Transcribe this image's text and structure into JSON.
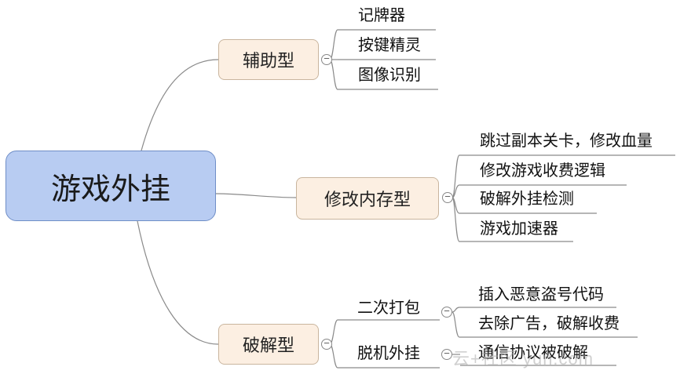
{
  "root": {
    "label": "游戏外挂"
  },
  "branches": [
    {
      "label": "辅助型",
      "children": [
        "记牌器",
        "按键精灵",
        "图像识别"
      ]
    },
    {
      "label": "修改内存型",
      "children": [
        "跳过副本关卡，修改血量",
        "修改游戏收费逻辑",
        "破解外挂检测",
        "游戏加速器"
      ]
    },
    {
      "label": "破解型",
      "sub": [
        {
          "label": "二次打包",
          "children": [
            "插入恶意盗号代码",
            "去除广告，破解收费"
          ]
        },
        {
          "label": "脱机外挂",
          "children": [
            "通信协议被破解"
          ]
        }
      ]
    }
  ],
  "collapse_symbol": "−",
  "watermark": "云+社区 yun.com",
  "colors": {
    "root_fill": "#b8ccf2",
    "root_border": "#6f8ec7",
    "branch_fill": "#fcefe2",
    "branch_border": "#c9b59e",
    "wire": "#8a8a8a"
  }
}
